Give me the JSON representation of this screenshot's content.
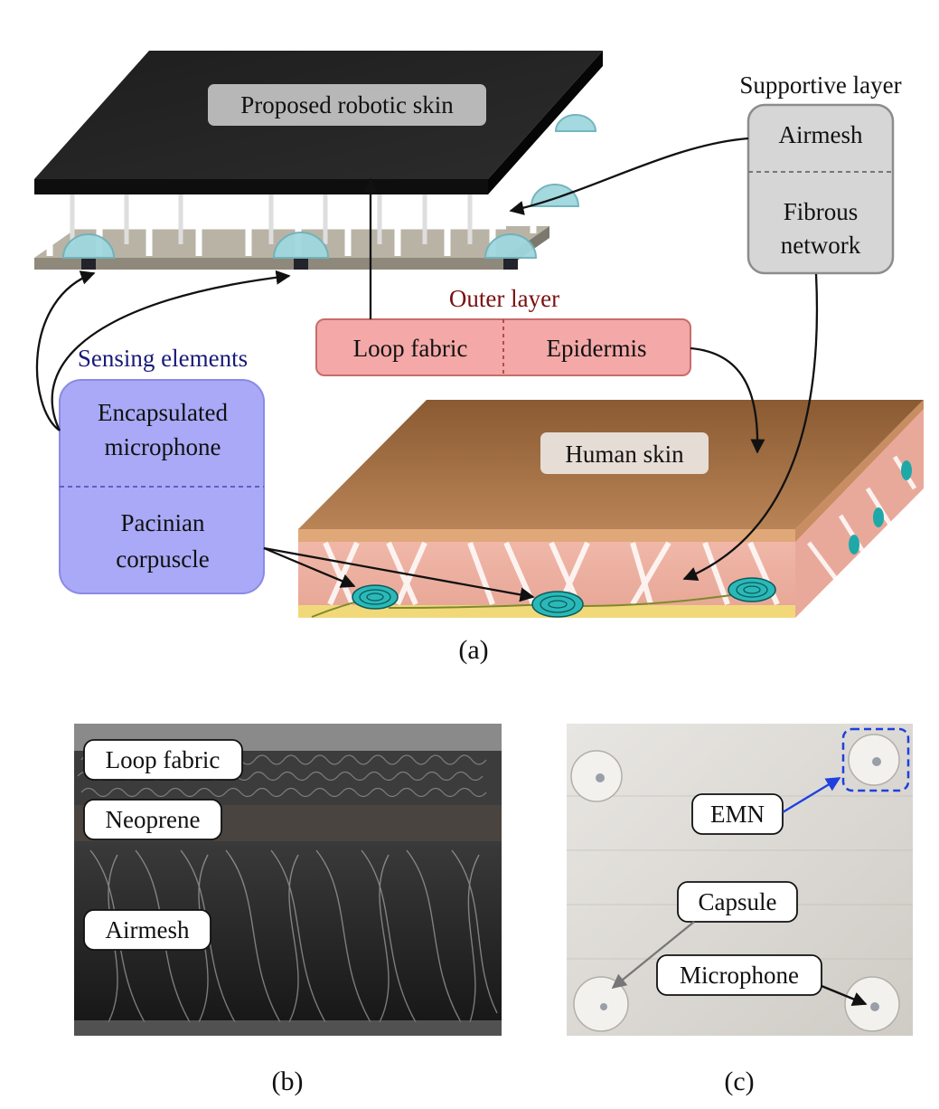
{
  "panel_a": {
    "robotic_skin_label": "Proposed robotic skin",
    "human_skin_label": "Human skin",
    "supportive_title": "Supportive layer",
    "supportive_top": "Airmesh",
    "supportive_bottom_1": "Fibrous",
    "supportive_bottom_2": "network",
    "outer_title": "Outer layer",
    "outer_left": "Loop fabric",
    "outer_right": "Epidermis",
    "sensing_title": "Sensing elements",
    "sensing_top_1": "Encapsulated",
    "sensing_top_2": "microphone",
    "sensing_bottom_1": "Pacinian",
    "sensing_bottom_2": "corpuscle",
    "caption": "(a)"
  },
  "panel_b": {
    "label_1": "Loop fabric",
    "label_2": "Neoprene",
    "label_3": "Airmesh",
    "caption": "(b)"
  },
  "panel_c": {
    "label_1": "EMN",
    "label_2": "Capsule",
    "label_3": "Microphone",
    "caption": "(c)"
  },
  "colors": {
    "supportive_box": "#d6d6d6",
    "outer_box": "#f4a8a8",
    "sensing_box": "#a9a9f7",
    "outer_title": "#7a1010",
    "sensing_title": "#1a1a7a",
    "emn_arrow": "#1f3fe0"
  }
}
